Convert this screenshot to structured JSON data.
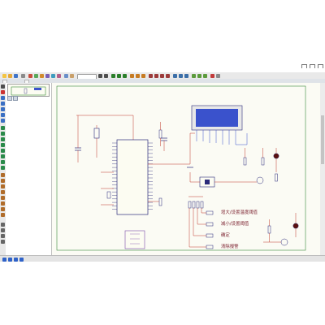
{
  "status": {
    "messages": ""
  },
  "schematic": {
    "labels": [
      {
        "key": "inc-temp-threshold",
        "text": "增大/设置温度阈值"
      },
      {
        "key": "dec-set-threshold",
        "text": "减小/设置阈值"
      },
      {
        "key": "confirm",
        "text": "确定"
      },
      {
        "key": "clear-alarm",
        "text": "清除报警"
      }
    ]
  },
  "colors": {
    "wire": "#c0392b",
    "component": "#2b2b7a",
    "lcd_screen": "#3a52cc",
    "canvas_bg": "#fbfbf4",
    "label_text": "#7a1f2d",
    "selected_device": "#3c7fd8"
  }
}
